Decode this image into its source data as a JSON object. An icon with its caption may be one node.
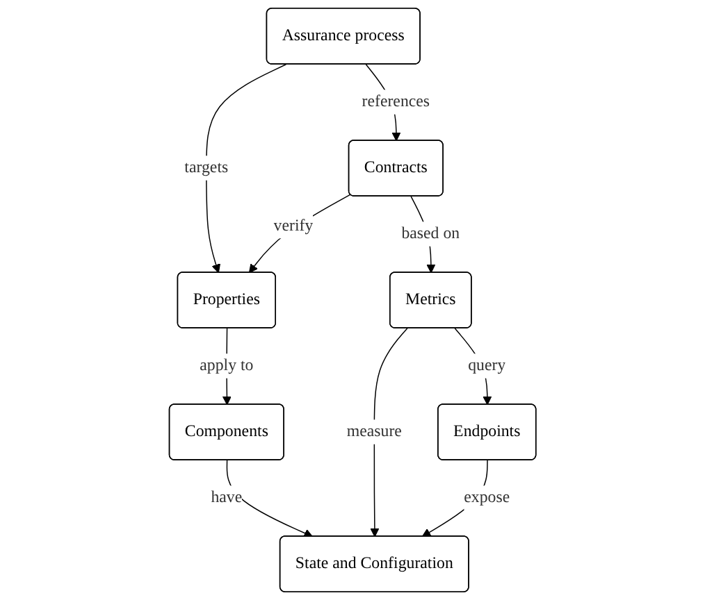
{
  "diagram": {
    "nodes": [
      {
        "text": [
          "Assurance process"
        ]
      },
      {
        "text": [
          "Properties"
        ]
      },
      {
        "text": [
          "Contracts"
        ]
      },
      {
        "text": [
          "Components"
        ]
      },
      {
        "text": [
          "Metrics"
        ]
      },
      {
        "text": [
          "State and Configuration"
        ]
      },
      {
        "text": [
          "Endpoints"
        ]
      }
    ],
    "edges": [
      {
        "from": 0,
        "to": 1,
        "arrow": "to",
        "label": "targets"
      },
      {
        "from": 0,
        "to": 2,
        "arrow": "to",
        "label": "references"
      },
      {
        "from": 2,
        "to": 1,
        "arrow": "to",
        "label": "verify"
      },
      {
        "from": 1,
        "to": 3,
        "arrow": "to",
        "label": "apply to"
      },
      {
        "from": 2,
        "to": 4,
        "arrow": "to",
        "label": "based on"
      },
      {
        "from": 3,
        "to": 5,
        "arrow": "to",
        "label": "have"
      },
      {
        "from": 4,
        "to": 5,
        "arrow": "to",
        "label": "measure"
      },
      {
        "from": 4,
        "to": 6,
        "arrow": "to",
        "label": "query"
      },
      {
        "from": 6,
        "to": 5,
        "arrow": "to",
        "label": "expose"
      }
    ]
  }
}
